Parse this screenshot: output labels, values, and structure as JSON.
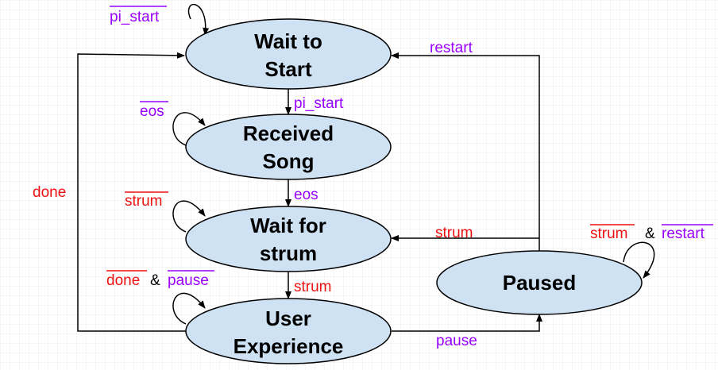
{
  "colors": {
    "state_fill": "#cfe2f3",
    "red": "#ee1111",
    "purple": "#9900ff",
    "black": "#000000"
  },
  "states": {
    "wait_start": [
      "Wait to",
      "Start"
    ],
    "received": [
      "Received",
      "Song"
    ],
    "wait_strum": [
      "Wait for",
      "strum"
    ],
    "user_exp": [
      "User",
      "Experience"
    ],
    "paused": [
      "Paused"
    ]
  },
  "labels": {
    "self_wait_start": "pi_start",
    "self_received": "eos",
    "self_wait_strum": "strum",
    "self_user_exp_a": "done",
    "self_user_exp_amp": "&",
    "self_user_exp_b": "pause",
    "self_paused_a": "strum",
    "self_paused_amp": "&",
    "self_paused_b": "restart",
    "wait_to_received": "pi_start",
    "received_to_wait_strum": "eos",
    "wait_strum_to_user": "strum",
    "user_to_wait_start": "done",
    "paused_to_wait_start": "restart",
    "paused_to_wait_strum": "strum",
    "user_to_paused": "pause"
  }
}
